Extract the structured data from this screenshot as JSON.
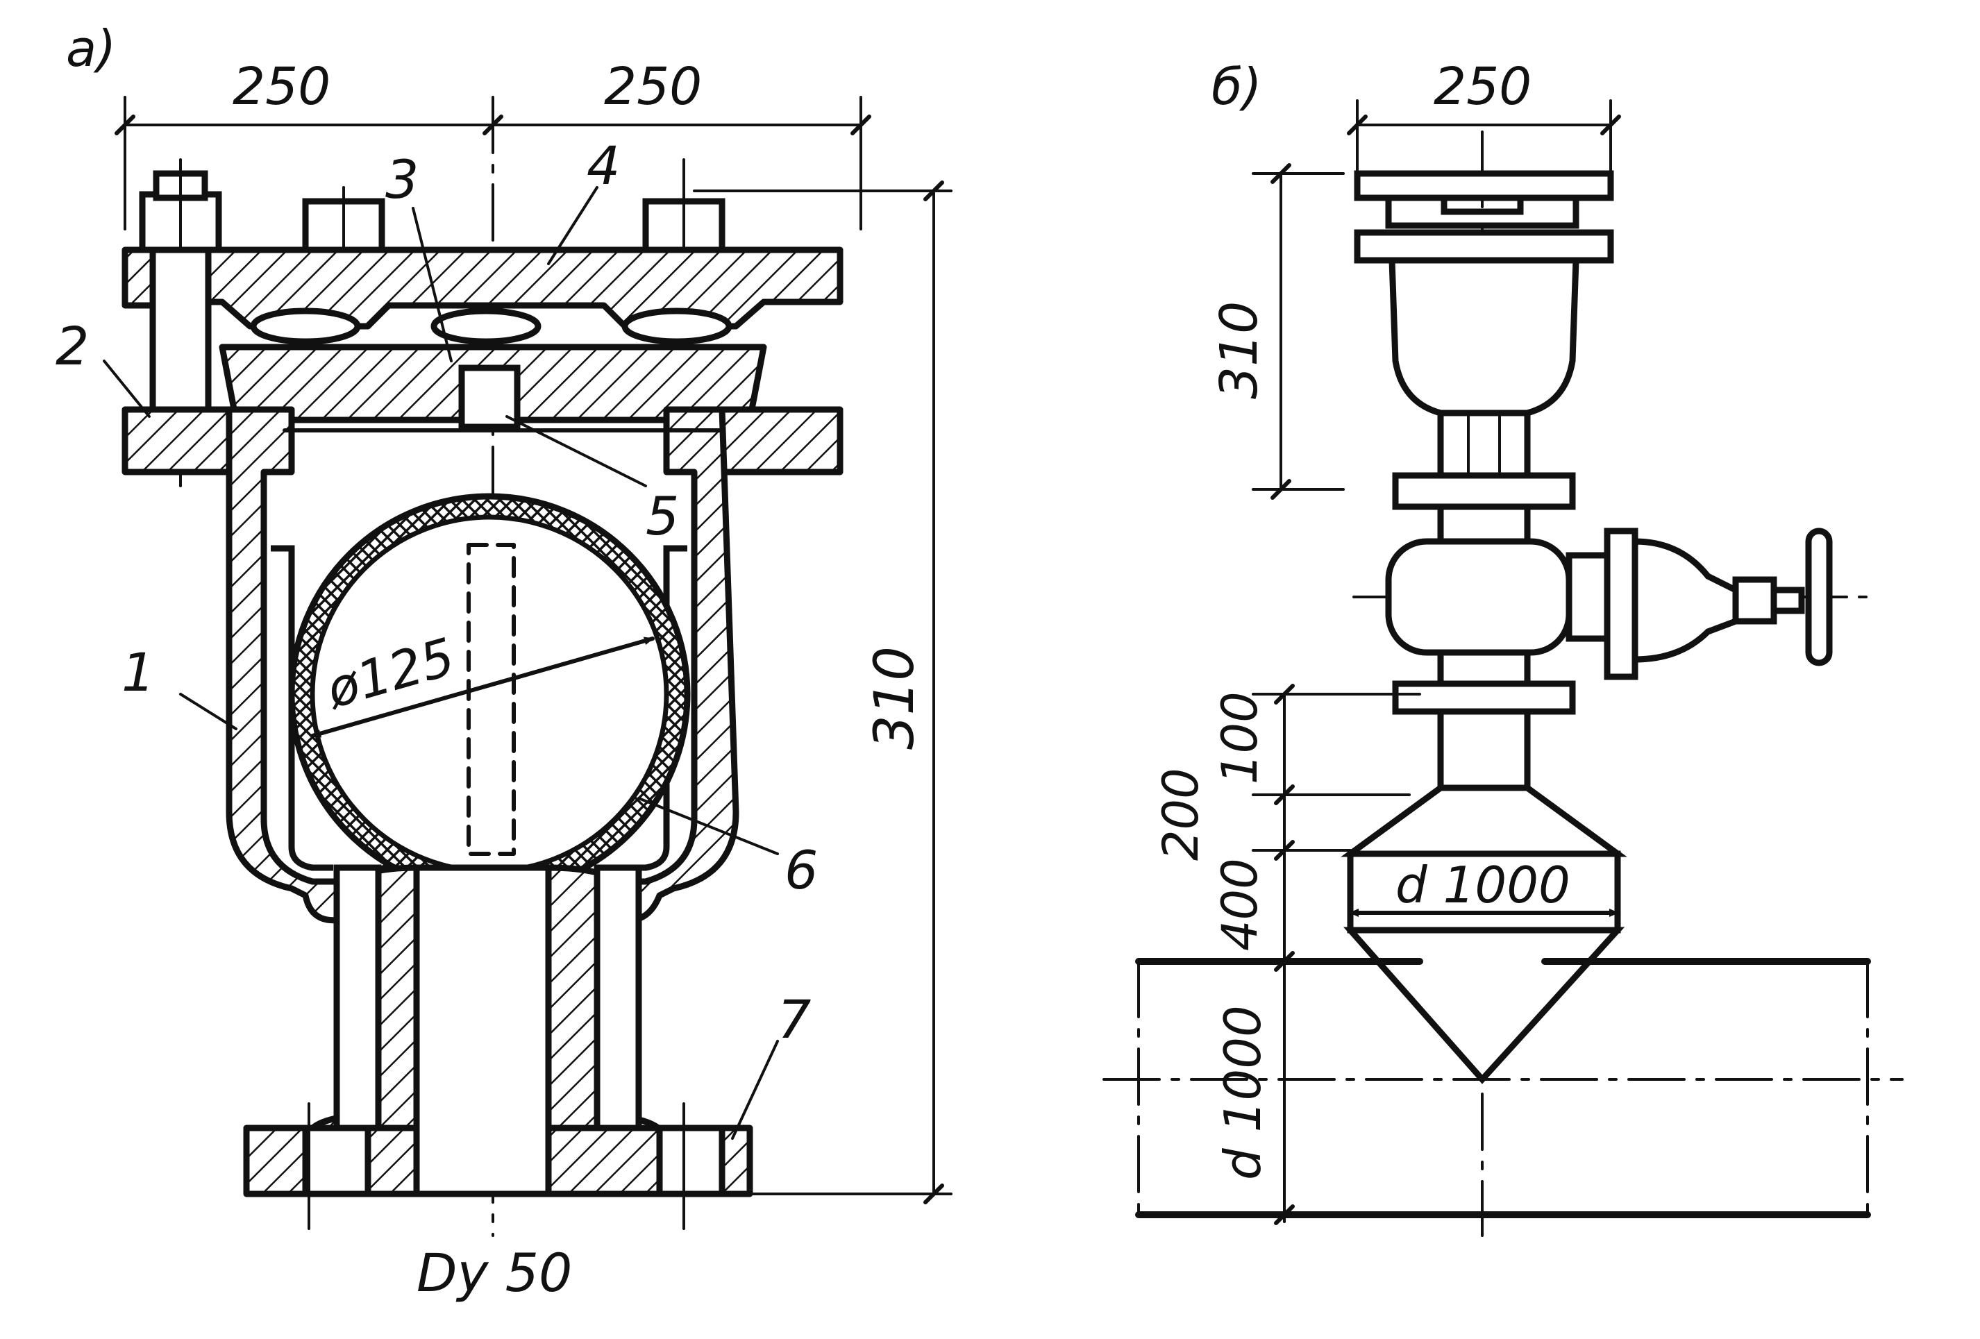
{
  "figure_a": {
    "panel_label": "а)",
    "dim_top_left": "250",
    "dim_top_right": "250",
    "dim_height": "310",
    "dim_ball": "ø125",
    "dim_outlet": "Dy 50",
    "callouts": [
      "1",
      "2",
      "3",
      "4",
      "5",
      "6",
      "7"
    ]
  },
  "figure_b": {
    "panel_label": "б)",
    "dim_top_width": "250",
    "dim_upper_height": "310",
    "dim_100": "100",
    "dim_200": "200",
    "dim_400": "400",
    "dim_cone": "d 1000",
    "dim_pipe": "d 1000"
  },
  "colors": {
    "ink": "#111111",
    "paper": "#ffffff"
  }
}
